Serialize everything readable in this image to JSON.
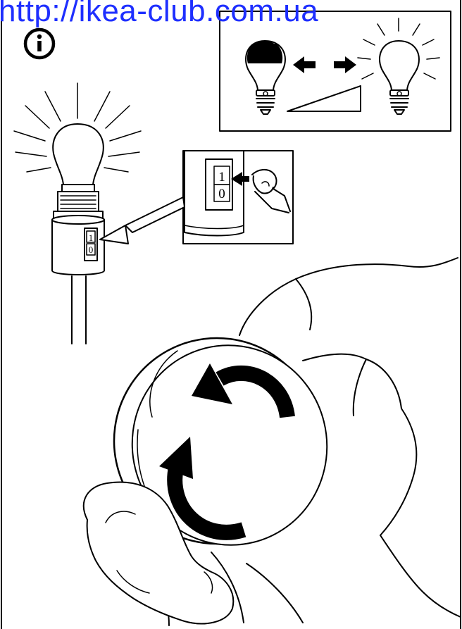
{
  "watermark": {
    "text": "http://ikea-club.com.ua",
    "color": "#1e2fff"
  },
  "info_badge": {
    "icon": "info-icon",
    "glyph": "i"
  },
  "inset_switch": {
    "on_label": "1",
    "off_label": "0"
  },
  "lamp_switch": {
    "on_label": "1",
    "off_label": "0"
  },
  "icons": {
    "bulb_off": "bulb-off-icon",
    "bulb_on": "bulb-on-icon",
    "double_arrow": "double-arrow-icon",
    "ramp": "brightness-ramp-icon",
    "rotate_ccw": "rotate-counterclockwise-icon",
    "rotate_cw": "rotate-clockwise-icon",
    "press_arrow": "press-arrow-icon"
  },
  "colors": {
    "ink": "#000000",
    "paper": "#ffffff",
    "watermark": "#1e2fff"
  }
}
